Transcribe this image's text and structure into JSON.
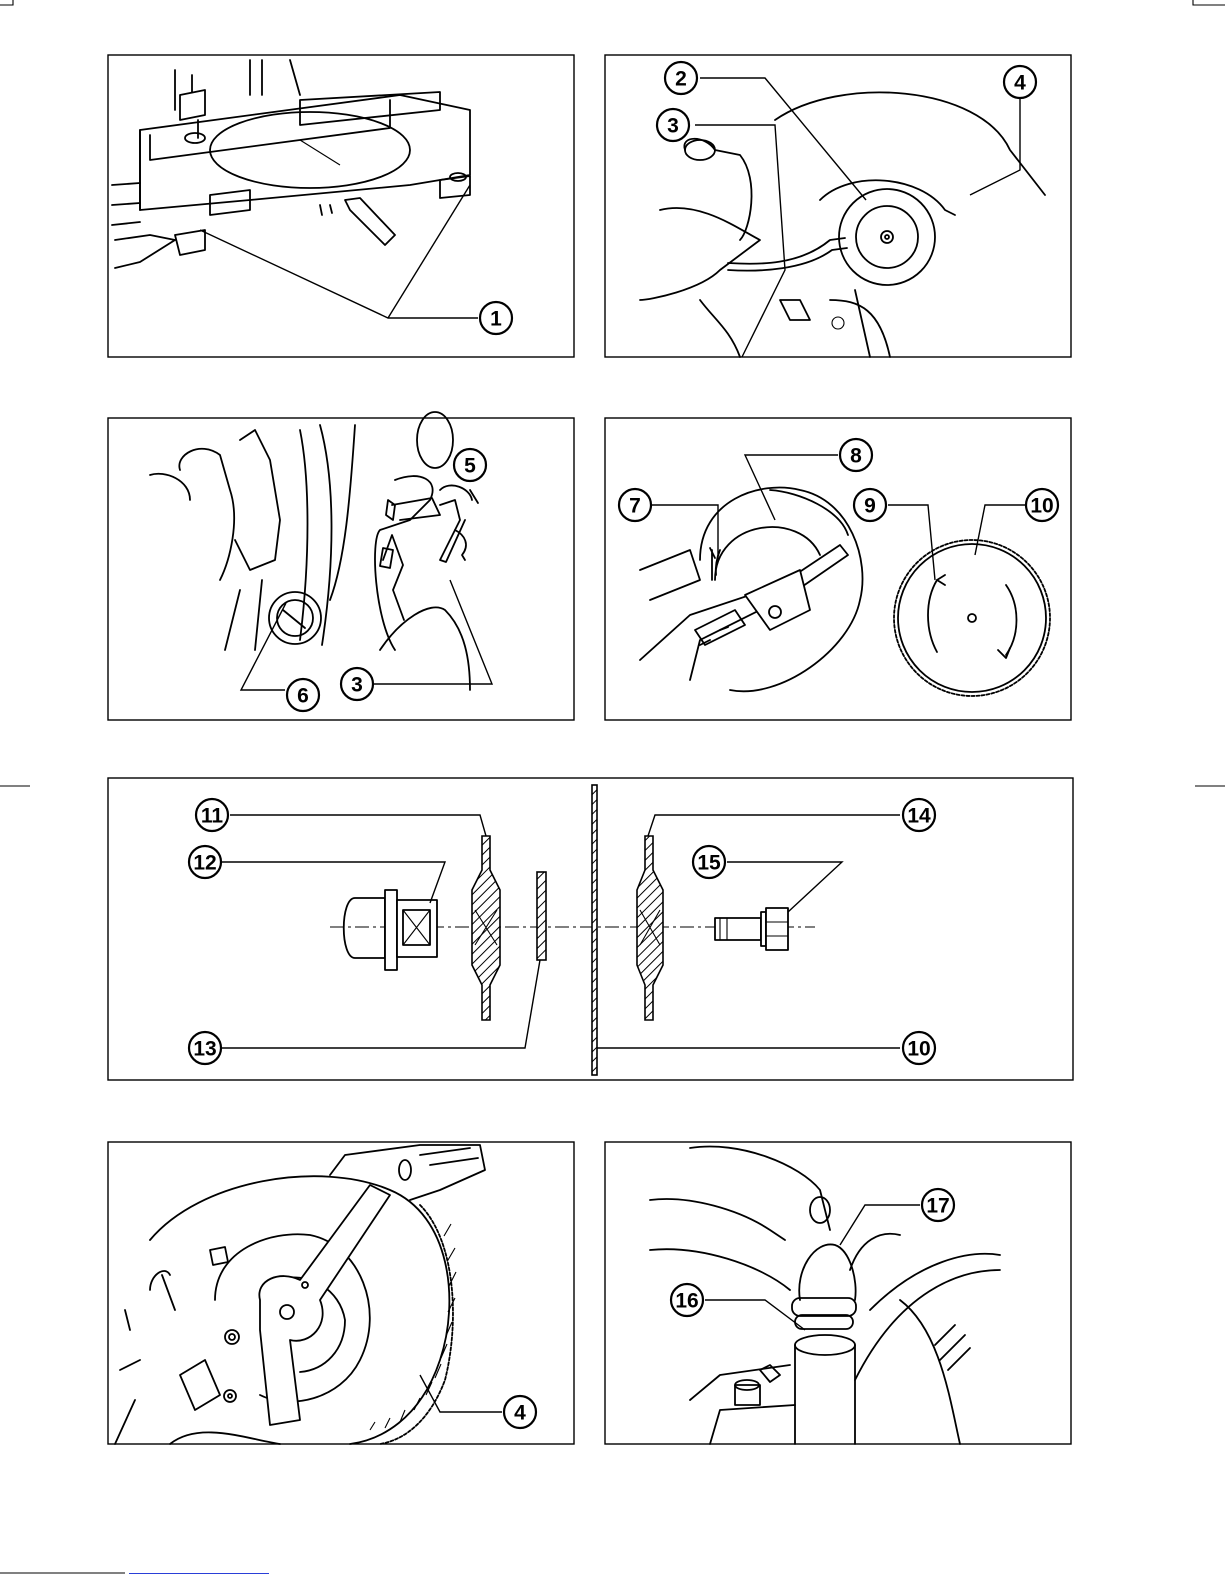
{
  "document": {
    "footer_link_color": "#2a3fd8"
  },
  "figures": [
    {
      "id": "fig-base-clamp",
      "callouts": [
        "1"
      ]
    },
    {
      "id": "fig-guard-wrench",
      "callouts": [
        "2",
        "3",
        "4"
      ]
    },
    {
      "id": "fig-spindle-lock",
      "callouts": [
        "5",
        "6",
        "3"
      ]
    },
    {
      "id": "fig-blade-direction",
      "callouts": [
        "7",
        "8",
        "9",
        "10"
      ]
    },
    {
      "id": "fig-blade-assembly",
      "callouts": [
        "11",
        "12",
        "13",
        "14",
        "15",
        "10"
      ]
    },
    {
      "id": "fig-blade-fitted",
      "callouts": [
        "4"
      ]
    },
    {
      "id": "fig-dust-bag",
      "callouts": [
        "16",
        "17"
      ]
    }
  ],
  "callouts": {
    "c1": "1",
    "c2": "2",
    "c3a": "3",
    "c4a": "4",
    "c5": "5",
    "c6": "6",
    "c3b": "3",
    "c7": "7",
    "c8": "8",
    "c9": "9",
    "c10a": "10",
    "c11": "11",
    "c12": "12",
    "c13": "13",
    "c14": "14",
    "c15": "15",
    "c10b": "10",
    "c4b": "4",
    "c16": "16",
    "c17": "17"
  }
}
